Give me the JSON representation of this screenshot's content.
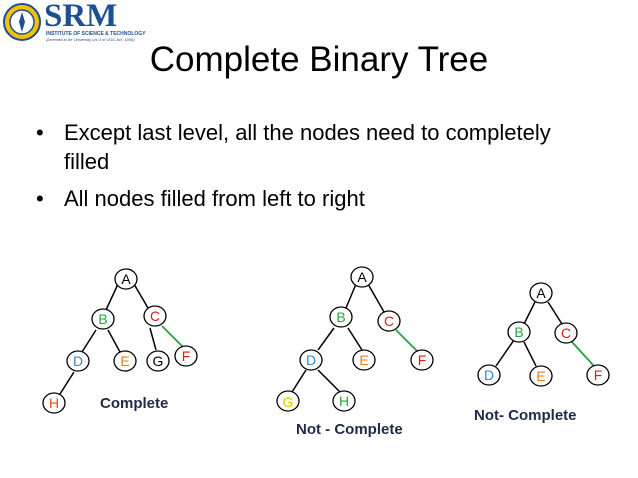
{
  "logo": {
    "wordmark": "SRM",
    "line1": "INSTITUTE OF SCIENCE & TECHNOLOGY",
    "line2": "(Deemed to be University u/s 3 of UGC Act, 1956)"
  },
  "title": "Complete Binary Tree",
  "bullets": [
    "Except last level, all the nodes need to completely filled",
    "All nodes filled from left to right"
  ],
  "trees": [
    {
      "caption": "Complete",
      "nodes": {
        "A": {
          "label": "A",
          "color": "#000000"
        },
        "B": {
          "label": "B",
          "color": "#22a83a"
        },
        "C": {
          "label": "C",
          "color": "#e01b1b"
        },
        "D": {
          "label": "D",
          "color": "#2a8fd8"
        },
        "E": {
          "label": "E",
          "color": "#f07a14"
        },
        "G": {
          "label": "G",
          "color": "#000000"
        },
        "F": {
          "label": "F",
          "color": "#e01b1b"
        },
        "H": {
          "label": "H",
          "color": "#e0501b"
        }
      }
    },
    {
      "caption": "Not - Complete",
      "nodes": {
        "A": {
          "label": "A",
          "color": "#000000"
        },
        "B": {
          "label": "B",
          "color": "#22a83a"
        },
        "C": {
          "label": "C",
          "color": "#e01b1b"
        },
        "D": {
          "label": "D",
          "color": "#2a8fd8"
        },
        "E": {
          "label": "E",
          "color": "#f07a14"
        },
        "F": {
          "label": "F",
          "color": "#e01b1b"
        },
        "G": {
          "label": "G",
          "color": "#f2d11a"
        },
        "H": {
          "label": "H",
          "color": "#22a83a"
        }
      }
    },
    {
      "caption": "Not- Complete",
      "nodes": {
        "A": {
          "label": "A",
          "color": "#000000"
        },
        "B": {
          "label": "B",
          "color": "#22a83a"
        },
        "C": {
          "label": "C",
          "color": "#e01b1b"
        },
        "D": {
          "label": "D",
          "color": "#2a8fd8"
        },
        "E": {
          "label": "E",
          "color": "#f07a14"
        },
        "F": {
          "label": "F",
          "color": "#e01b1b"
        }
      }
    }
  ]
}
